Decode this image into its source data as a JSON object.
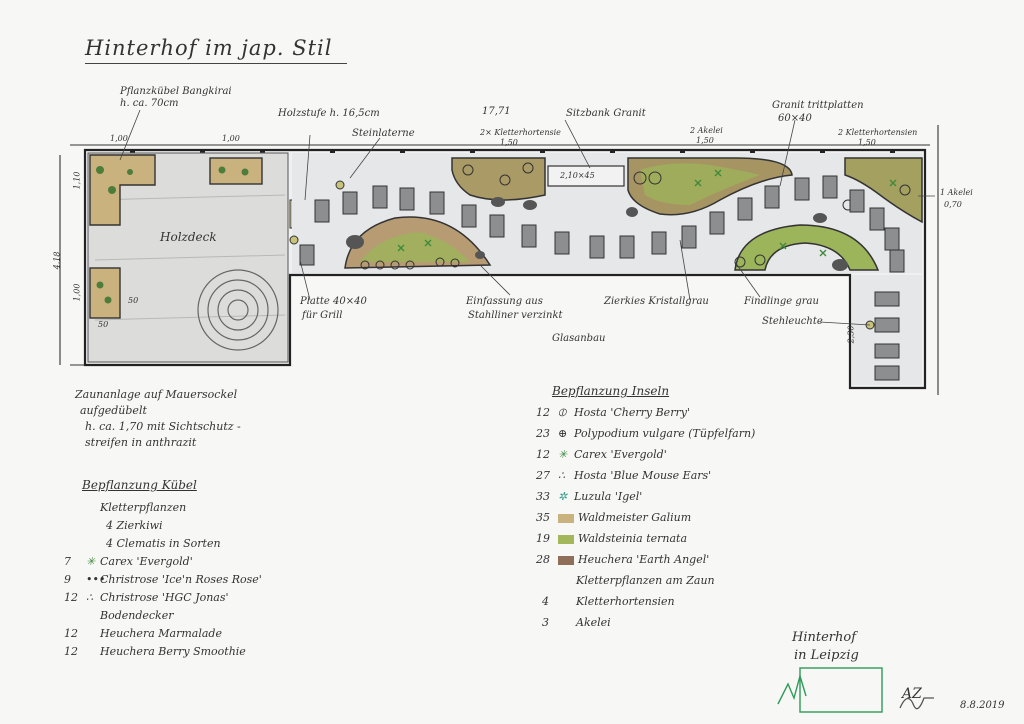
{
  "title": "Hinterhof im jap. Stil",
  "annotations": {
    "pflanzkuebel": "Pflanzkübel Bangkirai",
    "pflanzkuebel_h": "h. ca. 70cm",
    "holzstufe": "Holzstufe h. 16,5cm",
    "steinlaterne": "Steinlaterne",
    "dim_1771": "17,71",
    "sitzbank": "Sitzbank Granit",
    "granit": "Granit trittplatten",
    "granit_size": "60×40",
    "kletter_left": "2× Kletterhortensie",
    "kletter_left_h": "1,50",
    "akelei_top": "2 Akelei",
    "akelei_top_h": "1,50",
    "kletter_right": "2 Kletterhortensien",
    "kletter_right_h": "1,50",
    "akelei_right": "1 Akelei",
    "akelei_right_h": "0,70",
    "dim_100a": "1,00",
    "dim_100b": "1,00",
    "dim_110": "1,10",
    "dim_418": "4,18",
    "dim_100c": "1,00",
    "dim_50a": "50",
    "dim_50b": "50",
    "holzdeck": "Holzdeck",
    "bench_dim": "2,10×45",
    "platte": "Platte 40×40",
    "platte2": "für Grill",
    "einfassung": "Einfassung aus",
    "einfassung2": "Stahlliner verzinkt",
    "zierkies": "Zierkies Kristallgrau",
    "findlinge": "Findlinge grau",
    "stehleuchte": "Stehleuchte",
    "dim_230": "2,30",
    "glasanbau": "Glasanbau",
    "zaun1": "Zaunanlage auf Mauersockel",
    "zaun2": "aufgedübelt",
    "zaun3": "h. ca. 1,70 mit Sichtschutz -",
    "zaun4": "streifen in anthrazit"
  },
  "legend_kuebel": {
    "heading": "Bepflanzung Kübel",
    "lines": [
      {
        "qty": "",
        "text": "Kletterpflanzen"
      },
      {
        "qty": "",
        "text": "4 Zierkiwi"
      },
      {
        "qty": "",
        "text": "4 Clematis in Sorten"
      },
      {
        "qty": "7",
        "text": "Carex 'Evergold'"
      },
      {
        "qty": "9",
        "text": "Christrose 'Ice'n Roses Rose'"
      },
      {
        "qty": "12",
        "text": "Christrose 'HGC Jonas'"
      },
      {
        "qty": "",
        "text": "Bodendecker"
      },
      {
        "qty": "12",
        "text": "Heuchera Marmalade"
      },
      {
        "qty": "12",
        "text": "Heuchera Berry Smoothie"
      }
    ]
  },
  "legend_inseln": {
    "heading": "Bepflanzung Inseln",
    "lines": [
      {
        "qty": "12",
        "text": "Hosta 'Cherry Berry'"
      },
      {
        "qty": "23",
        "text": "Polypodium vulgare (Tüpfelfarn)"
      },
      {
        "qty": "12",
        "text": "Carex 'Evergold'"
      },
      {
        "qty": "27",
        "text": "Hosta 'Blue Mouse Ears'"
      },
      {
        "qty": "33",
        "text": "Luzula 'Igel'"
      },
      {
        "qty": "35",
        "text": "Waldmeister Galium"
      },
      {
        "qty": "19",
        "text": "Waldsteinia ternata"
      },
      {
        "qty": "28",
        "text": "Heuchera 'Earth Angel'"
      },
      {
        "qty": "",
        "text": "Kletterpflanzen am Zaun"
      },
      {
        "qty": "4",
        "text": "Kletterhortensien"
      },
      {
        "qty": "3",
        "text": "Akelei"
      }
    ]
  },
  "stamp": {
    "line1": "Hinterhof",
    "line2": "in Leipzig",
    "date": "8.8.2019",
    "initials": "AZ"
  },
  "colors": {
    "ink": "#2a2a2a",
    "gravel": "#e9eaec",
    "deck": "#dedfdc",
    "island_green": "#9cb45a",
    "island_brown": "#8f6e5a",
    "island_tan": "#c9b27d",
    "stamp_green": "#2f9b5a"
  }
}
